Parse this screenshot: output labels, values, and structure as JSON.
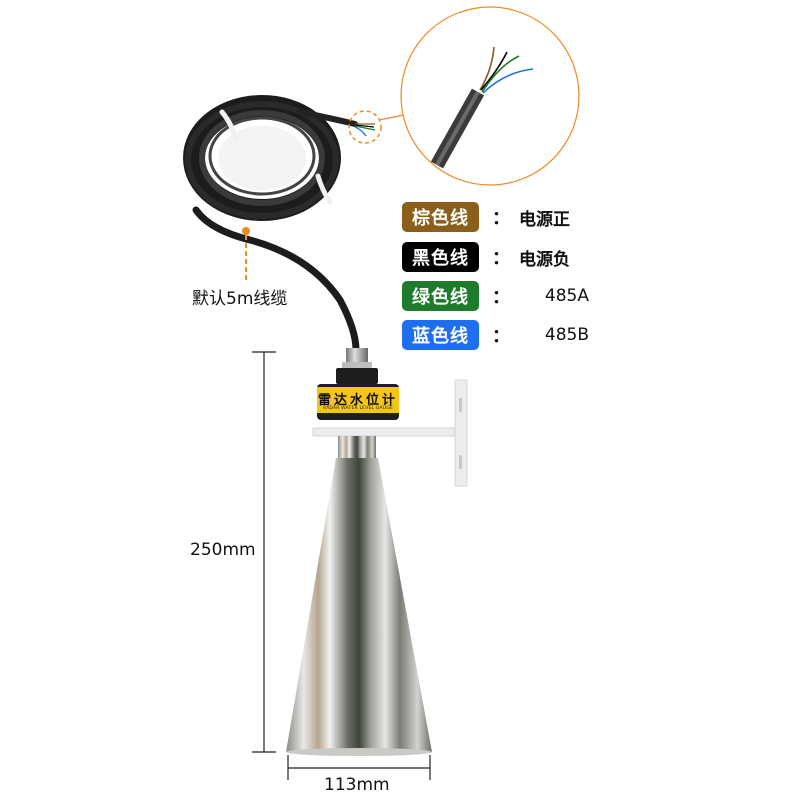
{
  "product": {
    "name_cn": "雷达水位计",
    "name_en": "RADAR WATER LEVEL GAUGE"
  },
  "cable": {
    "label": "默认5m线缆"
  },
  "wire_legend": [
    {
      "label": "棕色线",
      "color": "#8B5E1A",
      "separator": "：",
      "meaning": "电源正"
    },
    {
      "label": "黑色线",
      "color": "#000000",
      "separator": "：",
      "meaning": "电源负"
    },
    {
      "label": "绿色线",
      "color": "#1E7B2B",
      "separator": "：",
      "meaning": "485A"
    },
    {
      "label": "蓝色线",
      "color": "#1E6FF0",
      "separator": "：",
      "meaning": "485B"
    }
  ],
  "dimensions": {
    "height": "250mm",
    "diameter": "113mm"
  },
  "colors": {
    "accent": "#F08A24",
    "label_yellow": "#F5C518"
  }
}
